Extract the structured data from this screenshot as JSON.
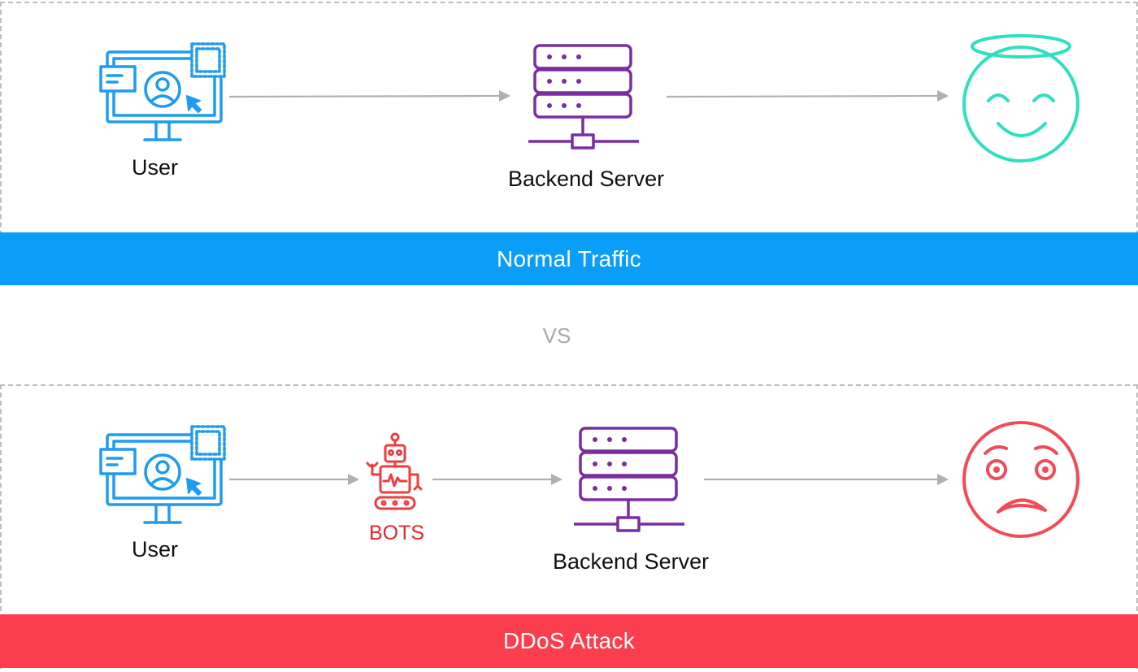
{
  "top": {
    "user_label": "User",
    "server_label": "Backend Server",
    "banner": "Normal Traffic"
  },
  "separator": "VS",
  "bottom": {
    "user_label": "User",
    "bots_label": "BOTS",
    "server_label": "Backend Server",
    "banner": "DDoS Attack"
  },
  "colors": {
    "user_icon": "#1e9cf0",
    "server_icon": "#7b2d9f",
    "happy_face": "#2ee0bd",
    "sad_face": "#f24b55",
    "bot_icon": "#ee3d3d",
    "normal_banner": "#0a9ef8",
    "ddos_banner": "#fb3e4d",
    "arrow": "#b0b0b0"
  },
  "icons": {
    "user": "computer-user-icon",
    "server": "server-rack-icon",
    "happy": "angel-smiley-icon",
    "sad": "sad-face-icon",
    "bot": "robot-icon"
  }
}
